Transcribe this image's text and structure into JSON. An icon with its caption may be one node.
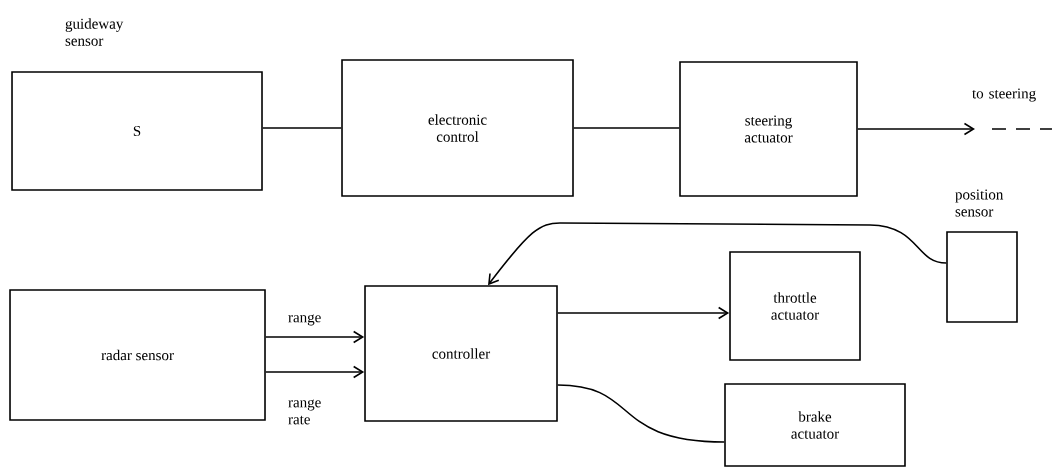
{
  "diagram": {
    "nodes": [
      {
        "text": [
          "guideway sensor",
          "S"
        ]
      },
      {
        "text": [
          "electronic control"
        ]
      },
      {
        "text": [
          "steering actuator"
        ]
      },
      {
        "text": [
          "position sensor"
        ]
      },
      {
        "text": [
          "radar sensor"
        ]
      },
      {
        "text": [
          "controller"
        ]
      },
      {
        "text": [
          "throttle actuator"
        ]
      },
      {
        "text": [
          "brake actuator"
        ]
      }
    ],
    "edges": [
      {
        "from": 0,
        "to": 1,
        "arrow": "none"
      },
      {
        "from": 1,
        "to": 2,
        "arrow": "none"
      },
      {
        "from": 2,
        "to": null,
        "arrow": "to",
        "label": "to steering"
      },
      {
        "from": 3,
        "to": 5,
        "arrow": "to"
      },
      {
        "from": 4,
        "to": 5,
        "arrow": "to",
        "label": "range"
      },
      {
        "from": 4,
        "to": 5,
        "arrow": "to",
        "label": "range rate"
      },
      {
        "from": 5,
        "to": 6,
        "arrow": "to"
      },
      {
        "from": 5,
        "to": 7,
        "arrow": "none"
      }
    ]
  }
}
